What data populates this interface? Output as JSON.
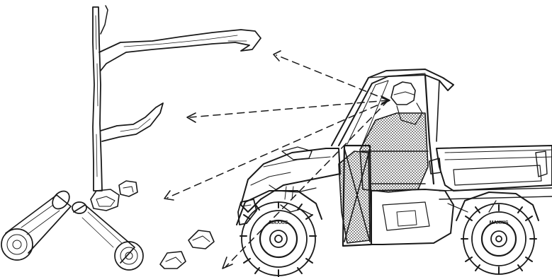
{
  "illustration": {
    "kind": "line-art safety diagram",
    "subject": "utility-vehicle",
    "line_color": "#1a1a1a",
    "background_color": "#ffffff",
    "hazards": [
      {
        "name": "overhanging-branch"
      },
      {
        "name": "low-branch"
      },
      {
        "name": "rocks"
      },
      {
        "name": "fallen-logs"
      },
      {
        "name": "ground-rocks"
      }
    ],
    "tire_lettering": "MAXXIS"
  }
}
